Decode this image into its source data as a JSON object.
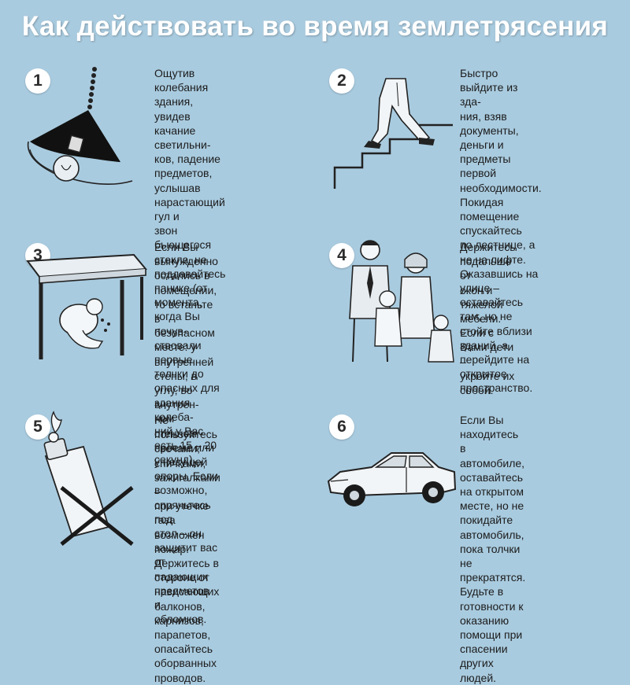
{
  "title": "Как действовать во время землетрясения",
  "steps": [
    {
      "number": "1",
      "icon": "ceiling-lamp-icon",
      "text": "Ощутив колебания здания,\nувидев качание светильни-\nков, падение предметов,\nуслышав нарастающий гул и\nзвон бьющегося стекла, не\nподдавайтесь панике (от\nмомента, когда Вы почув-\nствовали первые толчки до\nопасных для здания колеба-\nний у Вас есть 15 – 20\nсекунд)."
    },
    {
      "number": "2",
      "icon": "stairs-walking-icon",
      "text": "Быстро выйдите из зда-\nния, взяв документы,\nденьги и предметы первой\nнеобходимости. Покидая\nпомещение спускайтесь\nпо лестнице, а не на лифте.\nОказавшись на улице –\nоставайтесь там, но не\nстойте вблизи зданий, а\nперейдите на открытое\nпространство."
    },
    {
      "number": "3",
      "icon": "hide-under-table-icon",
      "text": "Если Вы вынужденно\nостались в помещении,\nто встаньте в безопасном\nместе: у внутренней\nстены, в углу, во внутрен-\nнем стенном проеме или\nу несущей опоры. Если\nвозможно, спрячьтесь под\nстол – он защитит вас от\nпадающих предметов и\nобломков."
    },
    {
      "number": "4",
      "icon": "family-icon",
      "text": "Держитесь подальше от\nокон и тяжелой мебели.\nЕсли с Вами дети –\nукройте их собой."
    },
    {
      "number": "5",
      "icon": "no-open-flame-icon",
      "text": "Не пользуйтесь свечами,\nспичками, зажигалками –\nпри утечке газа возможен\nпожар. Держитесь в\nстороне от нависающих\nбалконов, карнизов,\nпарапетов, опасайтесь\nоборванных проводов."
    },
    {
      "number": "6",
      "icon": "car-icon",
      "text": "Если Вы находитесь в\nавтомобиле, оставайтесь\nна открытом месте, но не\nпокидайте автомобиль,\nпока толчки не\nпрекратятся. Будьте в\nготовности к оказанию\nпомощи при спасении\nдругих людей."
    }
  ]
}
